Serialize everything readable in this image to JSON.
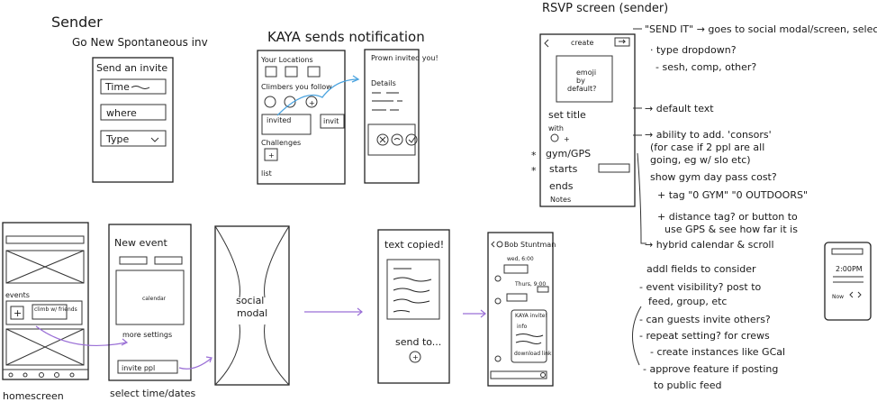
{
  "colors": {
    "ink": "#1a1a1a",
    "arrow": "#9a6fd6",
    "highlight": "#4aa3df"
  },
  "top_left": {
    "heading1": "Sender",
    "heading2": "Go New Spontaneous inv",
    "card_title": "Send an invite",
    "field_time": "Time",
    "field_where": "where",
    "field_type": "Type"
  },
  "notification": {
    "heading": "KAYA sends notification",
    "your_locations": "Your Locations",
    "climbers_follow": "Climbers you follow",
    "invited_chip": "invited",
    "invited_chip2": "invit",
    "challenges": "Challenges",
    "list": "list",
    "modal_title": "Prown invited you!",
    "details": "Details"
  },
  "rsvp": {
    "heading": "RSVP screen (sender)",
    "header_label": "create",
    "emoji_box": "emoji by default?",
    "set_title": "set title",
    "with": "with",
    "gym_gps": "gym/GPS",
    "starts": "starts",
    "ends": "ends",
    "notes": "Notes",
    "star_markers": [
      "*",
      "*"
    ]
  },
  "notes": [
    "\"SEND IT\" → goes to social modal/screen, select who to send to",
    "· type dropdown?",
    "- sesh, comp, other?",
    "→ default text",
    "→ ability to add. 'consors'",
    "(for case if 2 ppl are all",
    "going, eg w/ slo etc)",
    "show gym day pass cost?",
    "+ tag \"0 GYM\" \"0 OUTDOORS\"",
    "+ distance tag? or button to",
    "use GPS & see how far it is",
    "→ hybrid calendar & scroll"
  ],
  "addl": {
    "heading": "addl fields to consider",
    "items": [
      "- event visibility? post to",
      "feed, group, etc",
      "- can guests invite others?",
      "- repeat setting? for crews",
      "- create instances like GCal",
      "- approve feature if posting",
      "to public feed"
    ],
    "phone_time": "2:00PM",
    "phone_now": "Now"
  },
  "flow": {
    "home_events": "events",
    "home_climb": "climb w/ friends",
    "home_caption": "homescreen",
    "select_title": "New event",
    "select_calendar": "calendar",
    "select_more": "more settings",
    "select_invite": "invite ppl",
    "select_caption": "select time/dates",
    "social_modal": "social modal",
    "text_copied": "text copied!",
    "send_to": "send to...",
    "chat_name": "Bob Stuntman",
    "chat_date1": "wed, 6:00",
    "chat_date2": "Thurs, 9:00",
    "chat_kaya": "KAYA invite!",
    "chat_info": "info",
    "chat_download": "download link"
  }
}
